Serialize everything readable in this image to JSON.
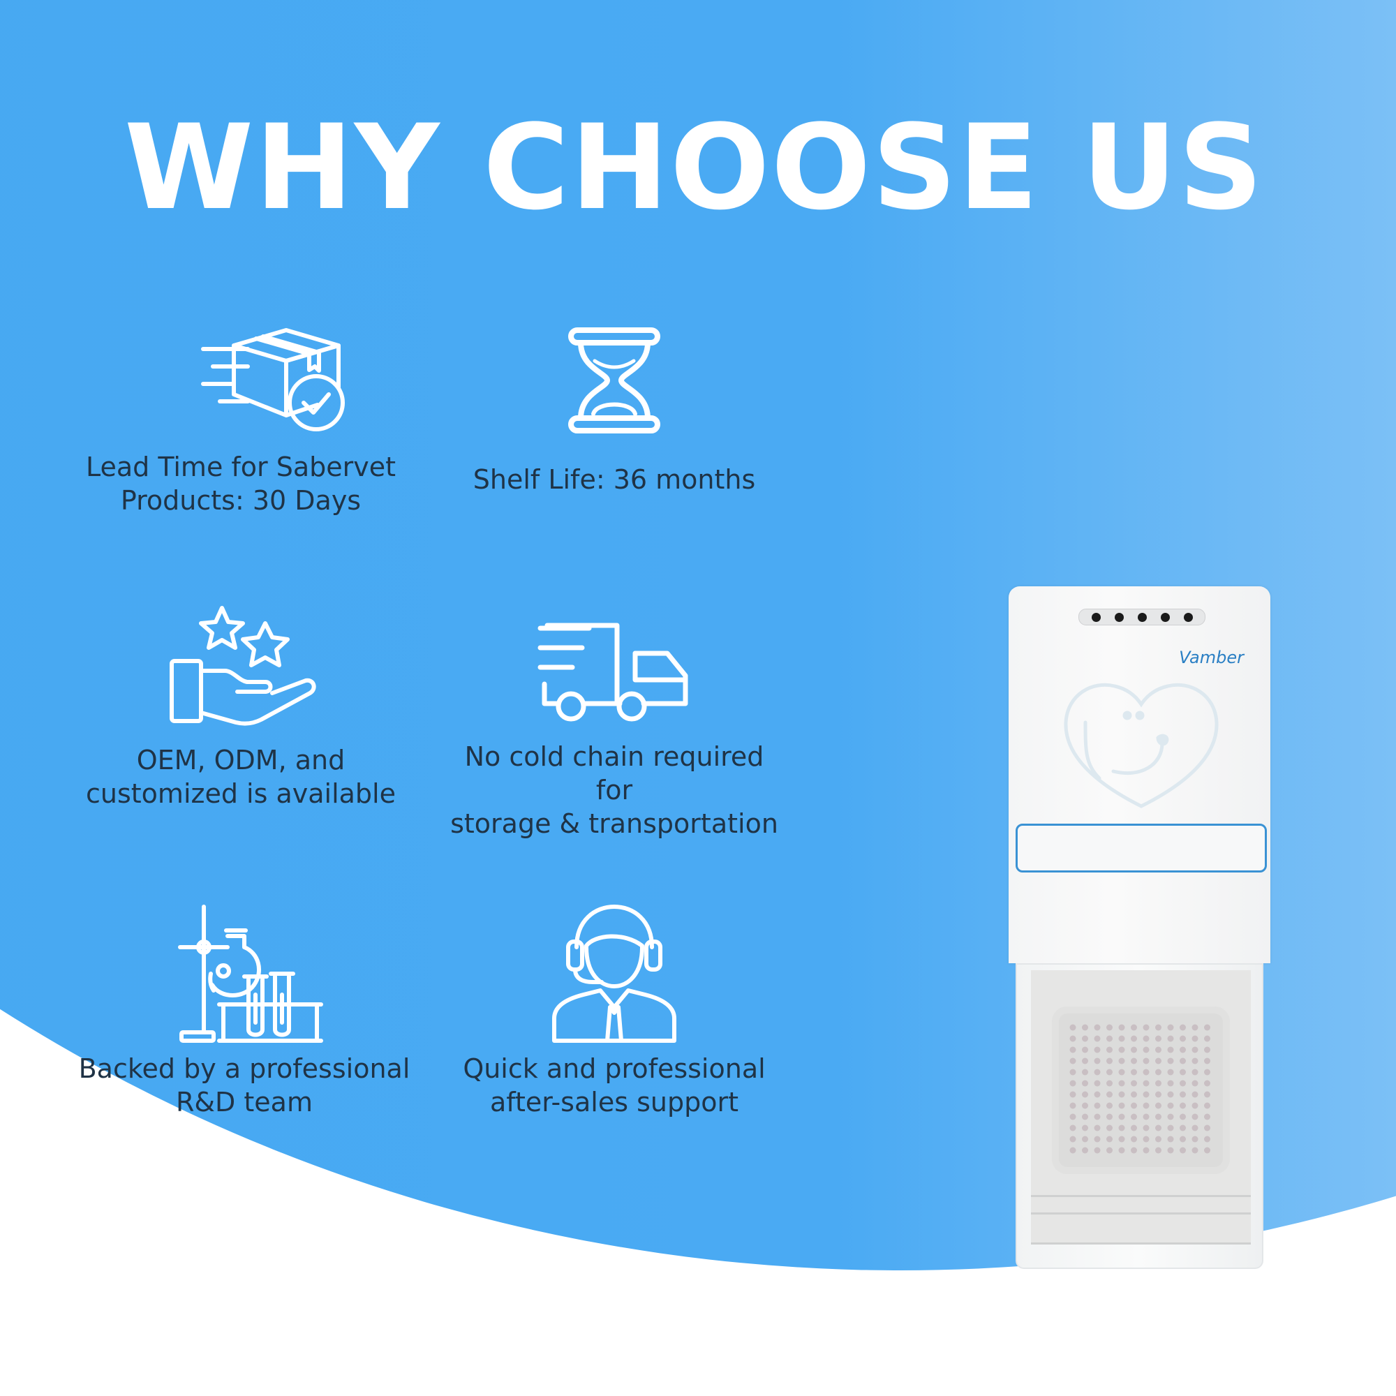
{
  "title": "WHY CHOOSE US",
  "features": [
    {
      "icon": "delivery-box-check-icon",
      "label": "Lead Time for Sabervet\nProducts: 30 Days"
    },
    {
      "icon": "hourglass-icon",
      "label": "Shelf Life: 36 months"
    },
    {
      "icon": "hand-stars-icon",
      "label": "OEM, ODM, and\ncustomized is available"
    },
    {
      "icon": "delivery-truck-icon",
      "label": "No cold chain required for\nstorage & transportation"
    },
    {
      "icon": "lab-equipment-icon",
      "label": "Backed by a professional\nR&D team"
    },
    {
      "icon": "customer-support-agent-icon",
      "label": "Quick and professional\nafter-sales support"
    }
  ],
  "device": {
    "brand": "Vamber",
    "led_count": 5
  },
  "colors": {
    "background_blue": "#4aaaf3",
    "title_text": "#ffffff",
    "label_text": "#1f3346",
    "icon_stroke": "#ffffff",
    "device_accent": "#3a92d4"
  }
}
